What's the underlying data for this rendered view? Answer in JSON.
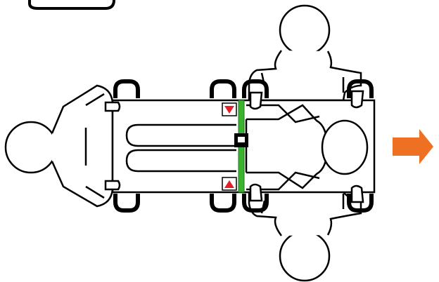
{
  "diagram": {
    "subject": "stretcher-carry-top-view",
    "carrier_count": 3,
    "strap_count": 1,
    "direction_of_travel": "right",
    "colors": {
      "outline": "#000000",
      "fill": "#ffffff",
      "strap": "#3cb231",
      "marker": "#e2202a",
      "arrow": "#ee7022"
    },
    "icons": [
      "up-marker-icon",
      "down-marker-icon",
      "buckle-icon",
      "arrow-right-icon"
    ]
  }
}
